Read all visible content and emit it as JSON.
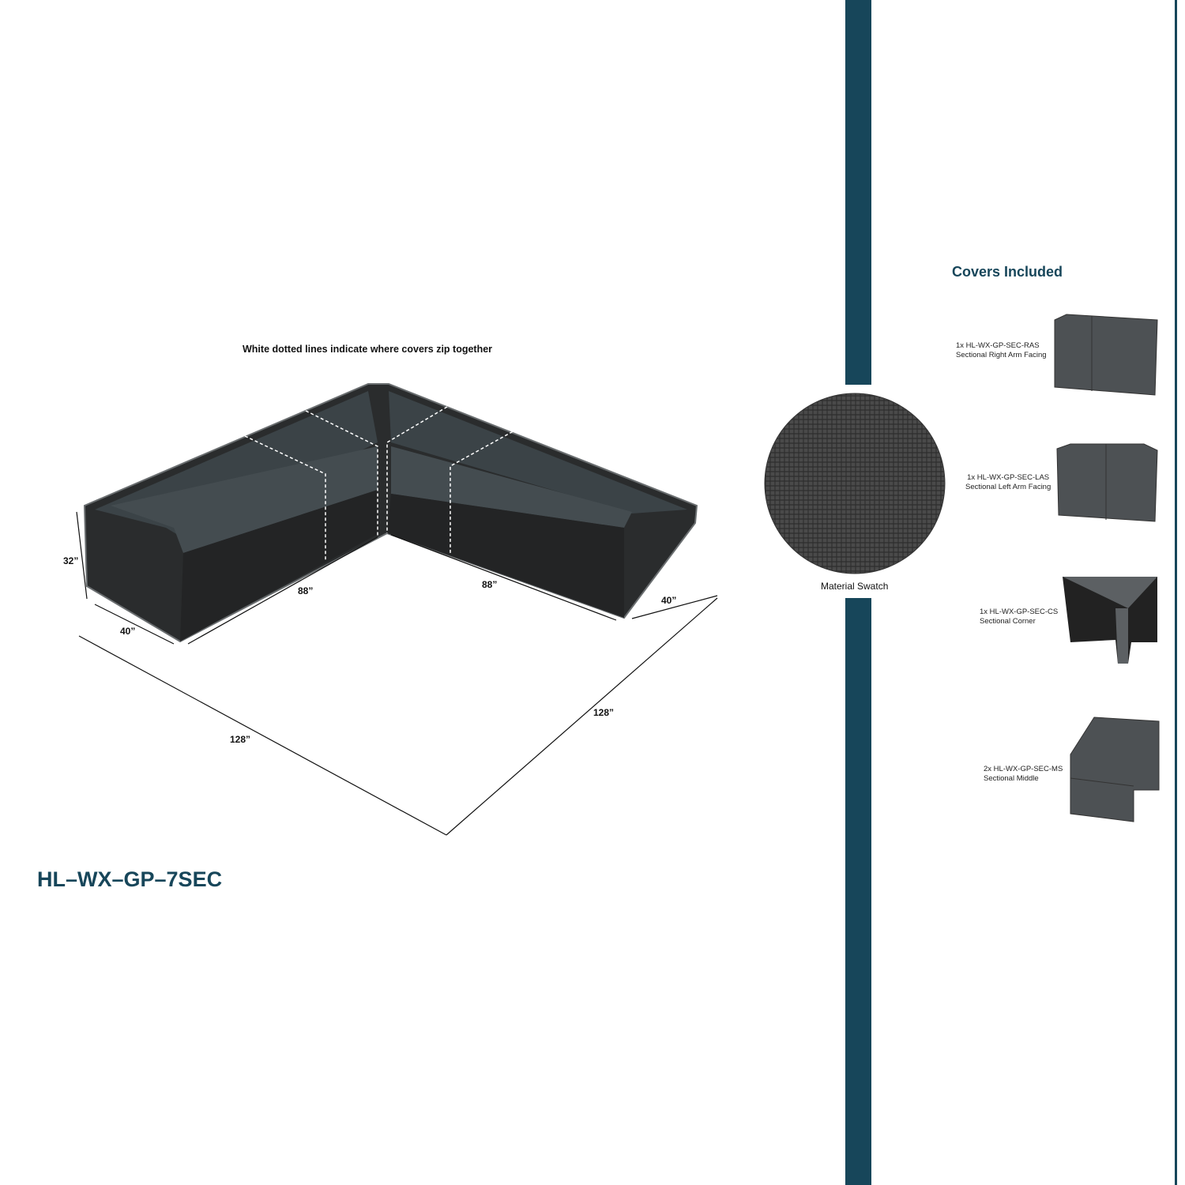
{
  "colors": {
    "accent": "#17465a",
    "cover_dark": "#262829",
    "cover_mid": "#3a4246",
    "cover_light": "#555a5d"
  },
  "note": "White dotted lines indicate where covers zip together",
  "model": "HL–WX–GP–7SEC",
  "dimensions": {
    "height": "32”",
    "depth_left": "40”",
    "seat_left": "88”",
    "seat_right": "88”",
    "depth_right": "40”",
    "overall_left": "128”",
    "overall_right": "128”"
  },
  "swatch_label": "Material Swatch",
  "covers_title": "Covers Included",
  "covers": [
    {
      "code": "1x HL-WX-GP-SEC-RAS",
      "name": "Sectional Right Arm Facing"
    },
    {
      "code": "1x HL-WX-GP-SEC-LAS",
      "name": "Sectional Left Arm Facing"
    },
    {
      "code": "1x HL-WX-GP-SEC-CS",
      "name": "Sectional Corner"
    },
    {
      "code": "2x HL-WX-GP-SEC-MS",
      "name": "Sectional Middle"
    }
  ]
}
